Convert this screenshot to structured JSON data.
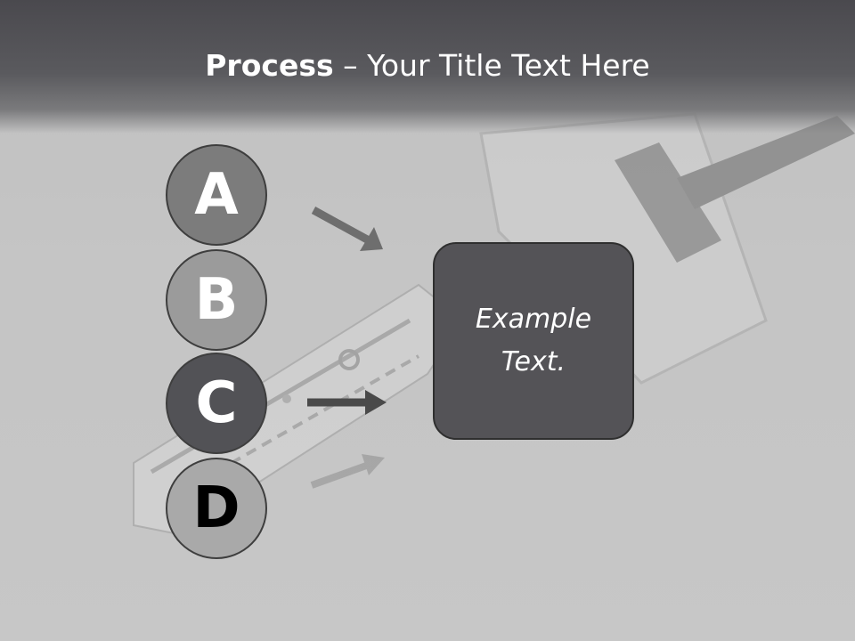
{
  "title": {
    "bold": "Process",
    "rest": " – Your Title Text Here"
  },
  "steps": [
    {
      "letter": "A",
      "fill": "#7c7c7c",
      "text_color": "#ffffff"
    },
    {
      "letter": "B",
      "fill": "#9b9b9b",
      "text_color": "#ffffff"
    },
    {
      "letter": "C",
      "fill": "#525256",
      "text_color": "#ffffff"
    },
    {
      "letter": "D",
      "fill": "#a9a9a9",
      "text_color": "#000000"
    }
  ],
  "box": {
    "text": "Example Text."
  },
  "colors": {
    "title_band": "#4a494e",
    "box_fill": "#545357",
    "arrow": "#6e6e6e",
    "arrow_dark": "#4a4a4a"
  }
}
